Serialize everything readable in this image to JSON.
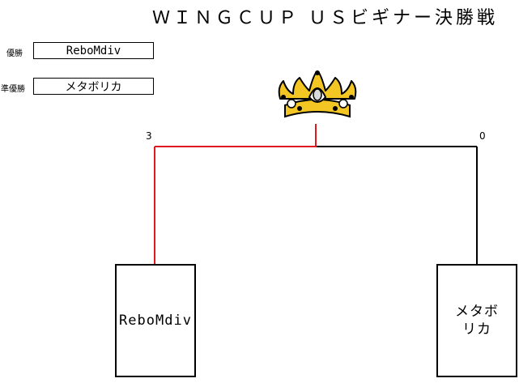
{
  "title": "ＷＩＮＧＣＵＰ ＵＳビギナー決勝戦",
  "results": {
    "winner_label": "優勝",
    "winner_name": "ReboMdiv",
    "runnerup_label": "準優勝",
    "runnerup_name": "メタボリカ"
  },
  "match": {
    "left_score": "3",
    "right_score": "0",
    "left_team": "ReboMdiv",
    "right_team_line1": "メタボ",
    "right_team_line2": "リカ"
  },
  "icons": {
    "crown": "crown-icon"
  },
  "colors": {
    "winner_line": "#e0191e",
    "loser_line": "#000000",
    "crown_gold": "#f3c623"
  }
}
